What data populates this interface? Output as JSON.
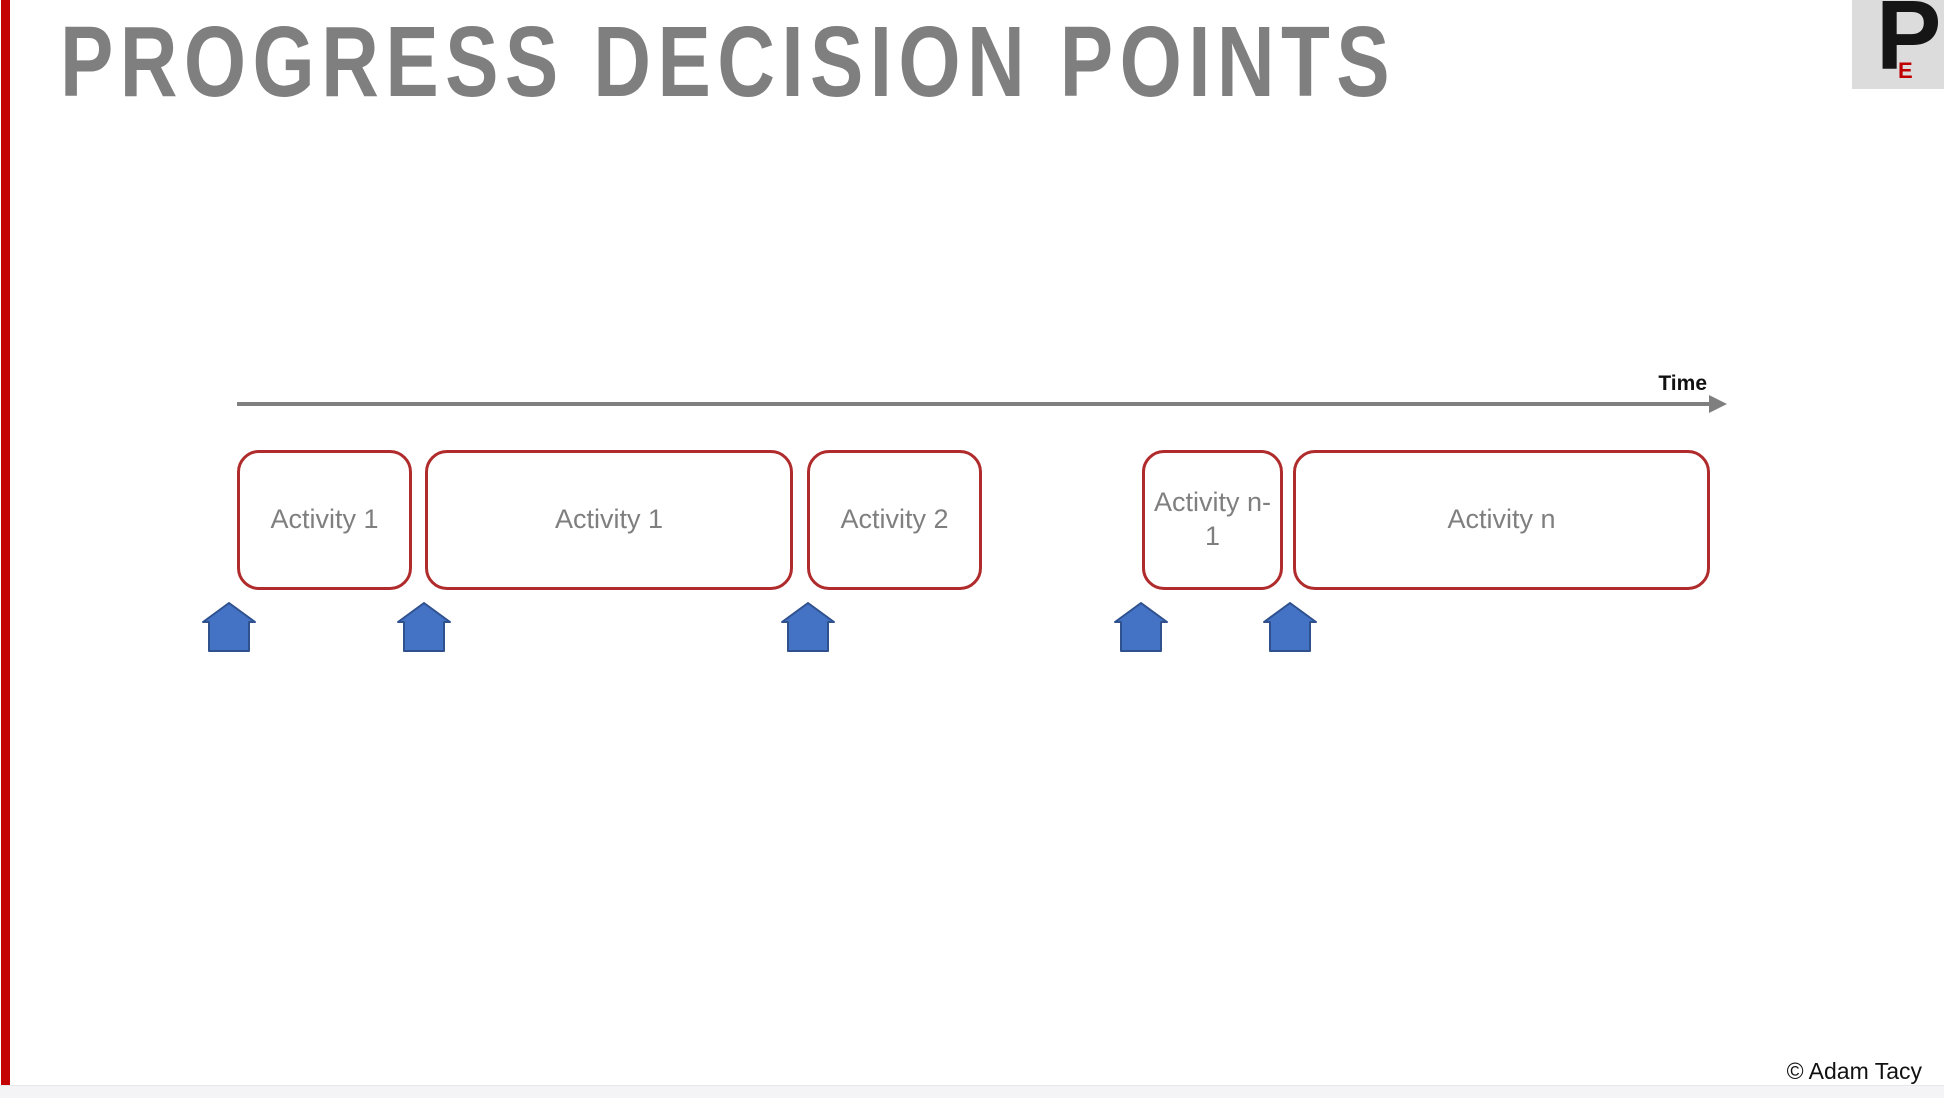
{
  "title": "PROGRESS DECISION POINTS",
  "logo": {
    "main": "P",
    "sub": "E"
  },
  "timeline": {
    "label": "Time"
  },
  "activities": [
    {
      "label": "Activity 1"
    },
    {
      "label": "Activity 1"
    },
    {
      "label": "Activity 2"
    },
    {
      "label": "Activity n-1"
    },
    {
      "label": "Activity n"
    }
  ],
  "decision_points": {
    "icon": "house-icon",
    "count": 5
  },
  "footer": {
    "copyright": "© Adam Tacy"
  },
  "colors": {
    "accent_bar": "#C40404",
    "box_border": "#B02B2B",
    "box_text": "#7F7F7F",
    "title_text": "#7F7F7F",
    "arrow": "#7F7F7F",
    "time_label": "#111111",
    "house_fill": "#4472C4",
    "house_stroke": "#2F528F",
    "logo_bg": "#DCDCDC",
    "logo_main": "#151515",
    "logo_sub": "#C00000"
  }
}
